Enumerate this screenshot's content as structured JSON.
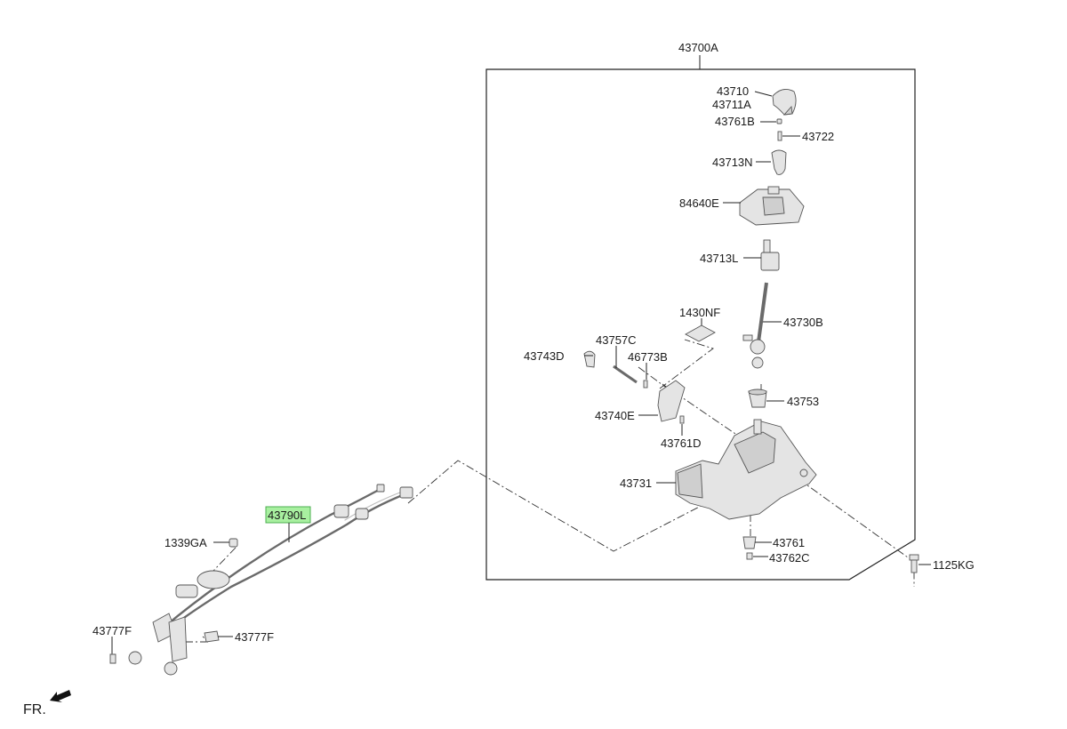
{
  "callouts": {
    "assembly": "43700A",
    "knob": "43710",
    "knob_alt": "43711A",
    "pin_b": "43761B",
    "spring": "43722",
    "sleeve": "43713N",
    "boot": "84640E",
    "lock": "43713L",
    "label_nf": "1430NF",
    "lever": "43730B",
    "pivot_c": "43757C",
    "clip_d": "43743D",
    "pin_46773": "46773B",
    "bushing": "43753",
    "bracket": "43740E",
    "pin_d": "43761D",
    "housing": "43731",
    "cable": "43790L",
    "nut": "1339GA",
    "grommet": "43761",
    "washer": "43762C",
    "bolt": "1125KG",
    "clip_f_left": "43777F",
    "clip_f_right": "43777F"
  },
  "orientation": {
    "front_label": "FR."
  },
  "highlight_color": "#a8f0a0"
}
